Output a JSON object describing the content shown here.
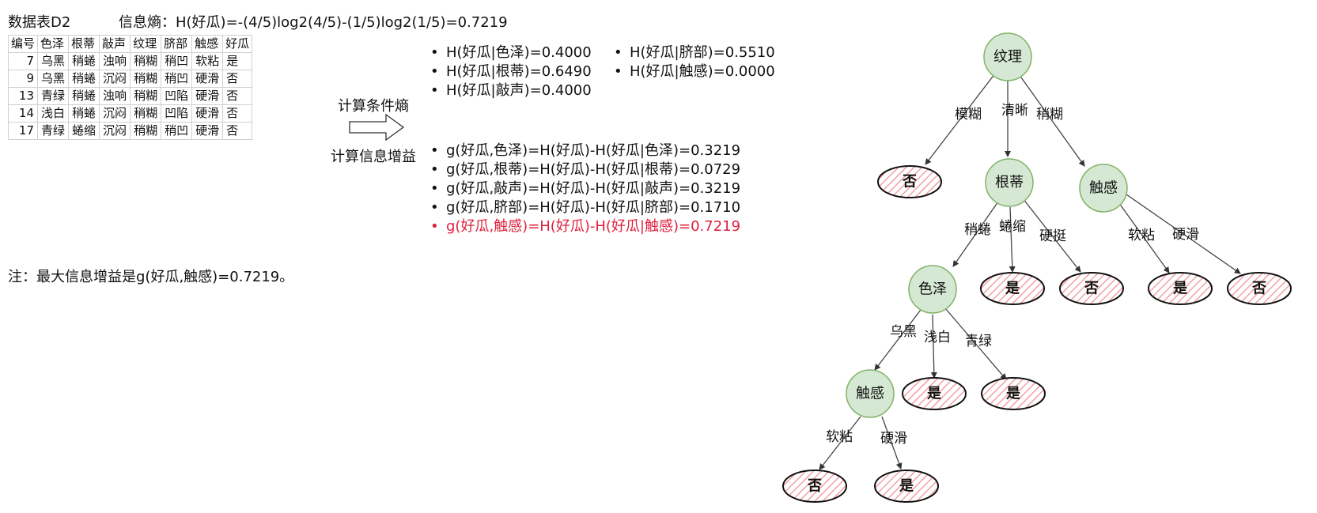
{
  "header": {
    "table_title": "数据表D2",
    "entropy": "信息熵：H(好瓜)=-(4/5)log2(4/5)-(1/5)log2(1/5)=0.7219"
  },
  "table": {
    "headers": [
      "编号",
      "色泽",
      "根蒂",
      "敲声",
      "纹理",
      "脐部",
      "触感",
      "好瓜"
    ],
    "rows": [
      [
        "7",
        "乌黑",
        "稍蜷",
        "浊响",
        "稍糊",
        "稍凹",
        "软粘",
        "是"
      ],
      [
        "9",
        "乌黑",
        "稍蜷",
        "沉闷",
        "稍糊",
        "稍凹",
        "硬滑",
        "否"
      ],
      [
        "13",
        "青绿",
        "稍蜷",
        "浊响",
        "稍糊",
        "凹陷",
        "硬滑",
        "否"
      ],
      [
        "14",
        "浅白",
        "稍蜷",
        "沉闷",
        "稍糊",
        "凹陷",
        "硬滑",
        "否"
      ],
      [
        "17",
        "青绿",
        "蜷缩",
        "沉闷",
        "稍糊",
        "稍凹",
        "硬滑",
        "否"
      ]
    ]
  },
  "labels": {
    "conditional_entropy": "计算条件熵",
    "info_gain": "计算信息增益"
  },
  "conditional_entropies": {
    "left": [
      "H(好瓜|色泽)=0.4000",
      "H(好瓜|根蒂)=0.6490",
      "H(好瓜|敲声)=0.4000"
    ],
    "right": [
      "H(好瓜|脐部)=0.5510",
      "H(好瓜|触感)=0.0000"
    ]
  },
  "gains": [
    "g(好瓜,色泽)=H(好瓜)-H(好瓜|色泽)=0.3219",
    "g(好瓜,根蒂)=H(好瓜)-H(好瓜|根蒂)=0.0729",
    "g(好瓜,敲声)=H(好瓜)-H(好瓜|敲声)=0.3219",
    "g(好瓜,脐部)=H(好瓜)-H(好瓜|脐部)=0.1710",
    "g(好瓜,触感)=H(好瓜)-H(好瓜|触感)=0.7219"
  ],
  "highlight_color": "#e0203c",
  "note": "注：最大信息增益是g(好瓜,触感)=0.7219。",
  "tree": {
    "colors": {
      "node_fill": "#d5e8d4",
      "node_stroke": "#82b366",
      "leaf_hatch": "#f4a0a8"
    },
    "nodes": {
      "root": "纹理",
      "gendi": "根蒂",
      "chugan1": "触感",
      "sezhe": "色泽",
      "chugan2": "触感"
    },
    "leaves": {
      "l1": "否",
      "l2": "是",
      "l3": "否",
      "l4": "是",
      "l5": "否",
      "l6": "是",
      "l7": "是",
      "l8": "否",
      "l9": "是"
    },
    "edges": {
      "e1": "模糊",
      "e2": "清晰",
      "e3": "稍糊",
      "e4": "稍蜷",
      "e5": "蜷缩",
      "e6": "硬挺",
      "e7": "软粘",
      "e8": "硬滑",
      "e9": "乌黑",
      "e10": "浅白",
      "e11": "青绿",
      "e12": "软粘",
      "e13": "硬滑"
    }
  }
}
